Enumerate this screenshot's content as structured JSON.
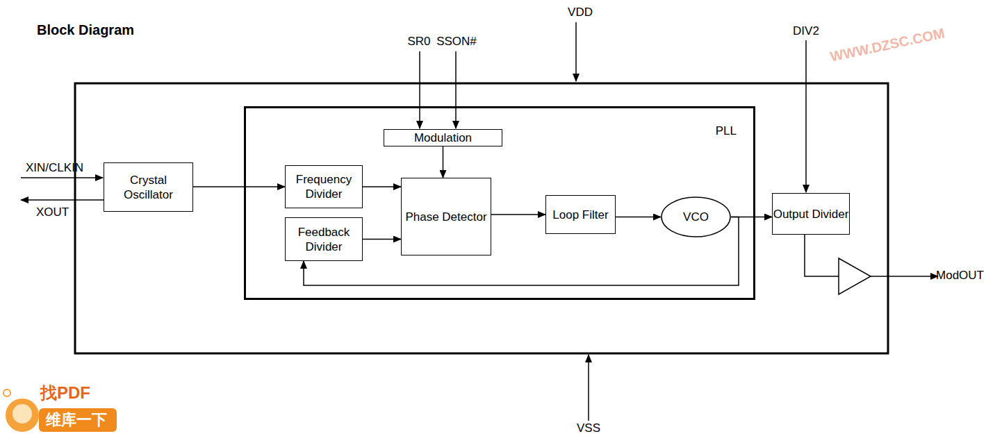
{
  "diagram": {
    "nodes": [
      {
        "text": [
          "Crystal Oscillator"
        ]
      },
      {
        "text": [
          "PLL"
        ]
      },
      {
        "text": [
          "Modulation"
        ],
        "in": 1
      },
      {
        "text": [
          "Frequency Divider"
        ],
        "in": 1
      },
      {
        "text": [
          "Phase Detector"
        ],
        "in": 1
      },
      {
        "text": [
          "Feedback Divider"
        ],
        "in": 1
      },
      {
        "text": [
          "Loop Filter"
        ],
        "in": 1
      },
      {
        "text": [
          "VCO"
        ],
        "in": 1
      },
      {
        "text": [
          "Output Divider"
        ]
      }
    ],
    "edges": [
      {
        "from": 0,
        "to": 3,
        "arrow": "to"
      },
      {
        "from": 2,
        "to": 4,
        "arrow": "to"
      },
      {
        "from": 3,
        "to": 4,
        "arrow": "to"
      },
      {
        "from": 5,
        "to": 4,
        "arrow": "to"
      },
      {
        "from": 4,
        "to": 6,
        "arrow": "to"
      },
      {
        "from": 6,
        "to": 7,
        "arrow": "to"
      },
      {
        "from": 7,
        "to": 8,
        "arrow": "to"
      },
      {
        "from": 7,
        "to": 5,
        "arrow": "to"
      }
    ],
    "labels": [
      "Block Diagram",
      "VDD",
      "SR0",
      "SSON#",
      "DIV2",
      "XIN/CLKIN",
      "XOUT",
      "ModOUT",
      "VSS",
      "WWW.DZSC.COM",
      "找PDF",
      "维库一下"
    ]
  }
}
